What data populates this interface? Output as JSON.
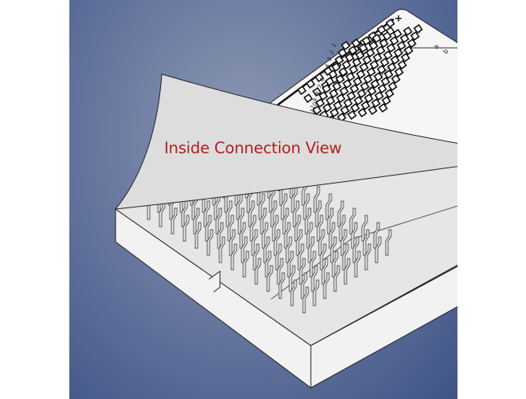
{
  "caption": "Inside Connection View",
  "top_board": {
    "plus_label": "+",
    "minus_label": "−",
    "column_letters": [
      "a",
      "b"
    ],
    "row_numbers": [
      "1",
      "2",
      "3",
      "4",
      "5",
      "6",
      "7",
      "8",
      "9",
      "10",
      "11",
      "12"
    ]
  },
  "colors": {
    "background": "#5a6c96",
    "caption": "#b51c1c",
    "board": "#f4f4f4",
    "sheet": "#dcdcdc",
    "outline": "#222222"
  }
}
